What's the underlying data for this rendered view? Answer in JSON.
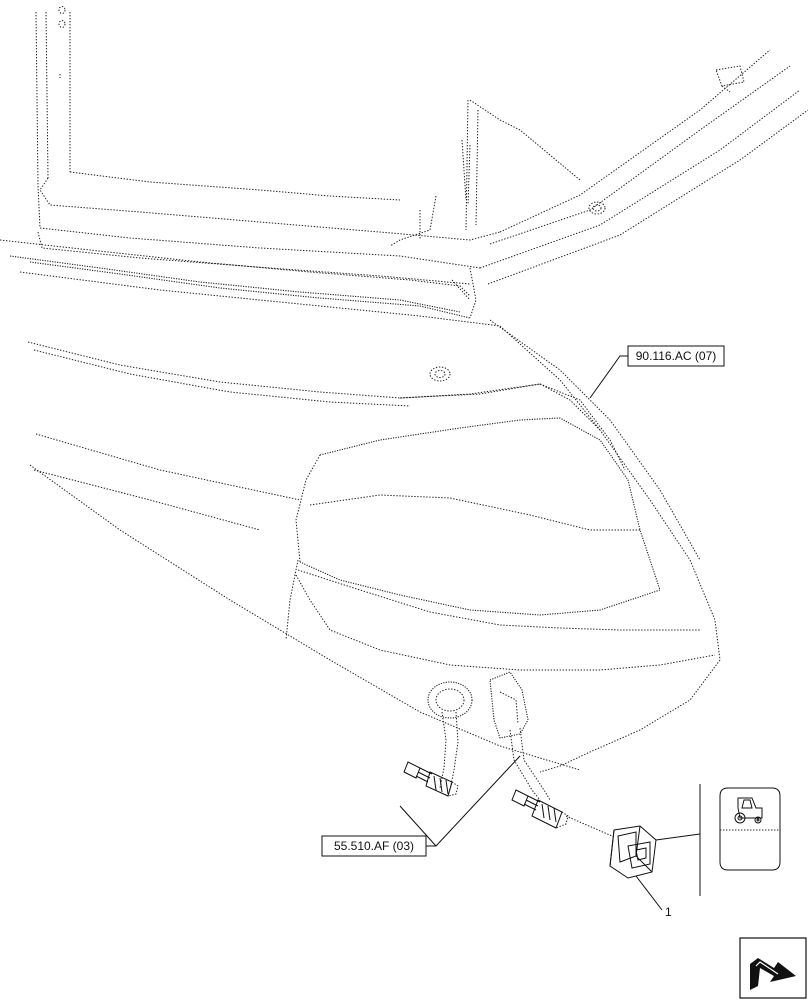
{
  "callouts": {
    "ref_top": "90.116.AC (07)",
    "ref_bottom": "55.510.AF (03)",
    "item_1": "1"
  },
  "icons": {
    "switch_symbol": "tractor-icon",
    "navigation": "return-arrow-icon"
  }
}
